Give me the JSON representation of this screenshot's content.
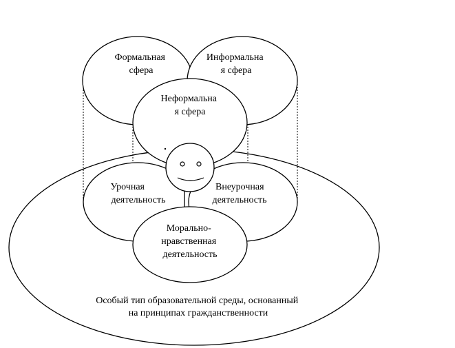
{
  "diagram": {
    "top_circles": {
      "formal": [
        "Формальная",
        "сфера"
      ],
      "informal": [
        "Информальна",
        "я сфера"
      ],
      "nonformal": [
        "Неформальна",
        "я сфера"
      ]
    },
    "bottom_circles": {
      "lesson": [
        "Урочная",
        "деятельность"
      ],
      "extracurricular": [
        "Внеурочная",
        "деятельность"
      ],
      "moral": [
        "Морально-",
        "нравственная",
        "деятельность"
      ]
    },
    "environment": [
      "Особый тип образовательной среды, основанный",
      "на принципах гражданственности"
    ]
  }
}
